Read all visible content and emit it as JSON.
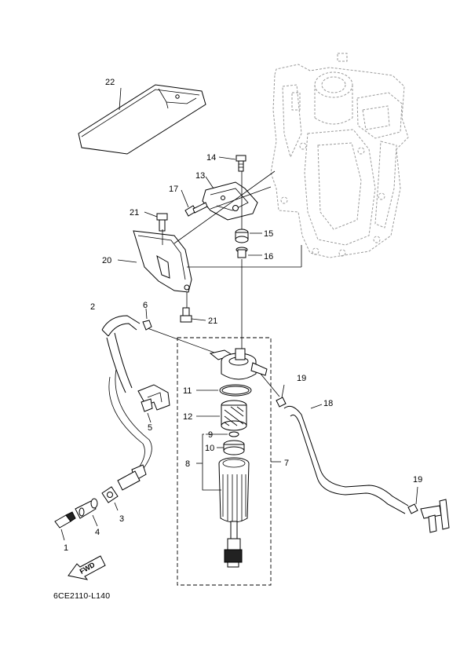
{
  "callouts": {
    "c1": "1",
    "c2": "2",
    "c3": "3",
    "c4": "4",
    "c5": "5",
    "c6": "6",
    "c7": "7",
    "c8": "8",
    "c9": "9",
    "c10": "10",
    "c11": "11",
    "c12": "12",
    "c13": "13",
    "c14": "14",
    "c15": "15",
    "c16": "16",
    "c17": "17",
    "c18": "18",
    "c19a": "19",
    "c19b": "19",
    "c20": "20",
    "c21a": "21",
    "c21b": "21",
    "c22": "22"
  },
  "direction_label": "FWD",
  "diagram_code": "6CE2110-L140"
}
